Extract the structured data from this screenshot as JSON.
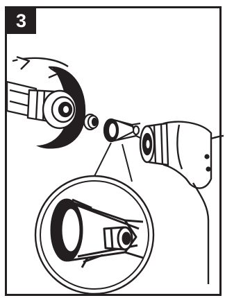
{
  "step": {
    "number": "3"
  },
  "colors": {
    "ink": "#231f20",
    "paper": "#ffffff",
    "shade": "#8c8c8c"
  },
  "parts": {
    "hose": "hose-with-threaded-coupler",
    "o_ring": "o-ring",
    "tip": "cage-style-tip-guard",
    "tool": "air-tool-nose"
  }
}
